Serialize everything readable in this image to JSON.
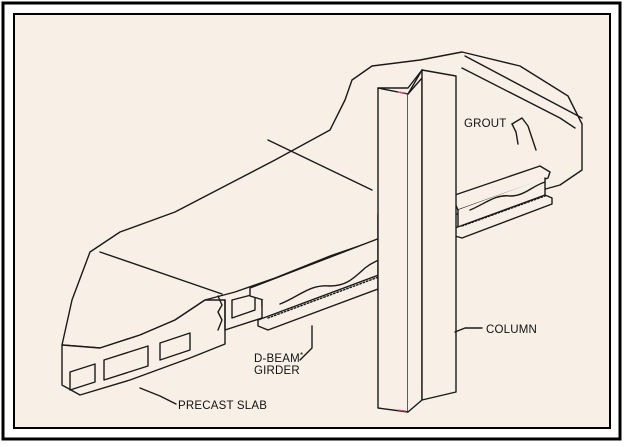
{
  "colors": {
    "panel_background": "#f8efe6",
    "frame": "#000000",
    "ink": "#1a1a1a",
    "column_edge": "#e0507a"
  },
  "labels": {
    "grout": "GROUT",
    "column": "COLUMN",
    "dbeam_line1": "D-BEAM",
    "dbeam_mark": "*",
    "dbeam_line2": "GIRDER",
    "precast_slab": "PRECAST SLAB"
  }
}
